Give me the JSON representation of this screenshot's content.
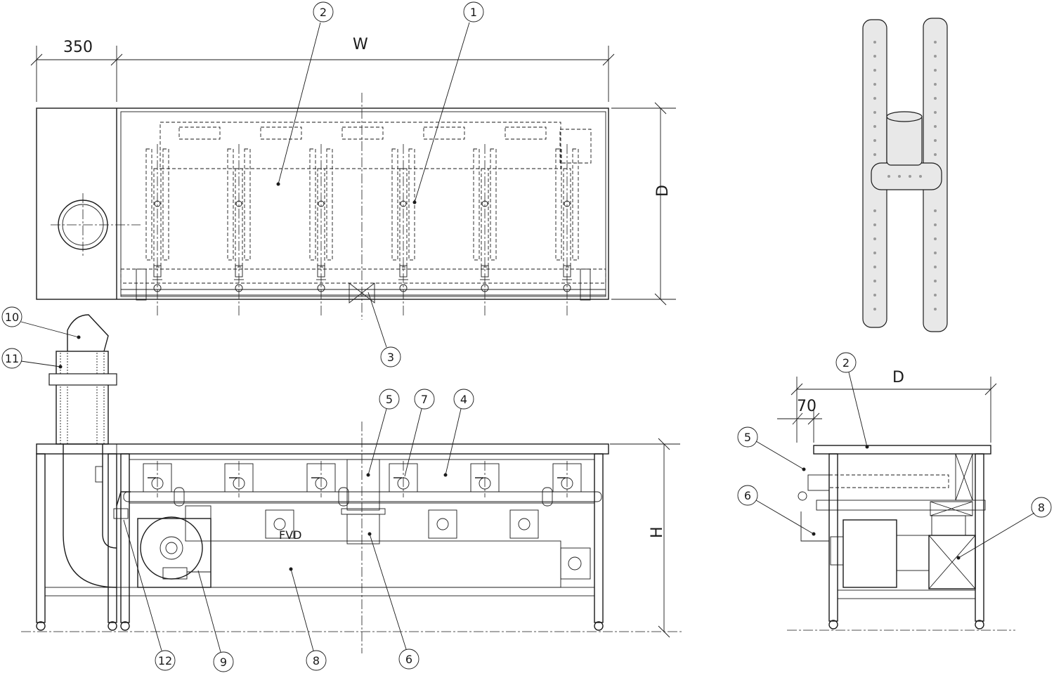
{
  "dimensions": {
    "top_left_width": "350",
    "overall_width": "W",
    "depth_top": "D",
    "height": "H",
    "depth_side": "D",
    "side_offset": "70"
  },
  "callouts": {
    "c1": "1",
    "c2": "2",
    "c3": "3",
    "c4": "4",
    "c5": "5",
    "c6": "6",
    "c7": "7",
    "c8": "8",
    "c9": "9",
    "c10": "10",
    "c11": "11",
    "c12": "12",
    "side_c2": "2",
    "side_c5": "5",
    "side_c6": "6",
    "side_c8": "8"
  },
  "labels": {
    "fvd": "FVD"
  },
  "colors": {
    "line": "#1a1a1a",
    "burner_metal": "#d9dbdd"
  }
}
